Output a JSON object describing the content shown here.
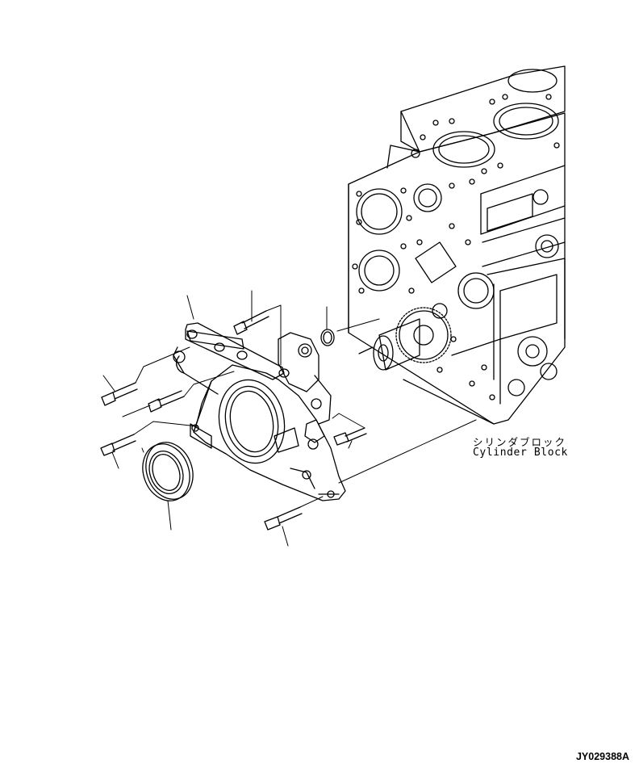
{
  "labels": {
    "cylinder_block_jp": "シリンダブロック",
    "cylinder_block_en": "Cylinder Block"
  },
  "figure_id": "JY029388A",
  "colors": {
    "line": "#000000",
    "background": "#ffffff"
  }
}
